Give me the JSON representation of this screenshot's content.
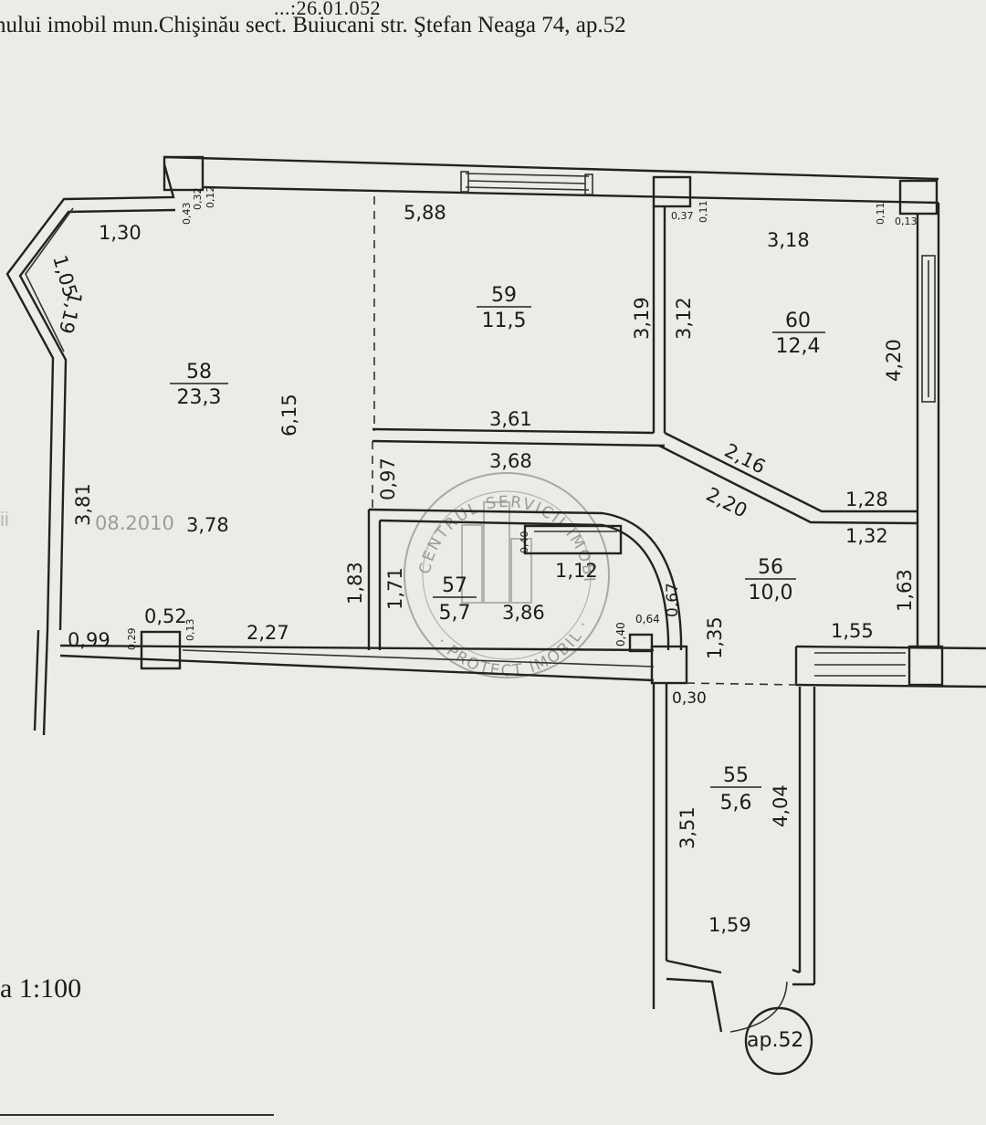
{
  "document": {
    "header_top": "...:26.01.052",
    "header": "nului imobil mun.Chişinău sect. Buiucani str. Ştefan Neaga 74, ap.52",
    "scale": "a   1:100",
    "ghost_text": "ii",
    "apartment_label": "ap.52"
  },
  "stamp": {
    "text": "CENTRUL SERVICII IMOBILIARE · PROTECT IMOBIL"
  },
  "rooms": [
    {
      "id": "58",
      "area": "23,3"
    },
    {
      "id": "59",
      "area": "11,5"
    },
    {
      "id": "60",
      "area": "12,4"
    },
    {
      "id": "56",
      "area": "10,0"
    },
    {
      "id": "57",
      "area": "5,7"
    },
    {
      "id": "55",
      "area": "5,6"
    }
  ],
  "dimensions": {
    "d_1_30": "1,30",
    "d_1_05": "1,05",
    "d_1_19": "1,19",
    "d_5_88": "5,88",
    "d_6_15": "6,15",
    "d_3_81": "3,81",
    "d_3_78": "3,78",
    "d_08_2010": "08.2010",
    "d_0_99": "0,99",
    "d_0_52": "0,52",
    "d_2_27": "2,27",
    "d_1_83": "1,83",
    "d_0_97": "0,97",
    "d_3_61": "3,61",
    "d_3_68": "3,68",
    "d_3_19": "3,19",
    "d_3_12": "3,12",
    "d_3_18": "3,18",
    "d_4_20": "4,20",
    "d_2_16": "2,16",
    "d_2_20": "2,20",
    "d_1_28": "1,28",
    "d_1_32": "1,32",
    "d_1_63": "1,63",
    "d_1_55": "1,55",
    "d_1_35": "1,35",
    "d_0_67": "0,67",
    "d_0_64": "0,64",
    "d_0_40": "0,40",
    "d_1_12": "1,12",
    "d_1_71": "1,71",
    "d_3_86": "3,86",
    "d_0_30": "0,30",
    "d_3_51": "3,51",
    "d_4_04": "4,04",
    "d_1_59": "1,59",
    "s_0_43": "0,43",
    "s_0_32": "0,32",
    "s_0_12": "0,12",
    "s_0_37": "0,37",
    "s_0_11": "0,11",
    "s_0_11b": "0,11",
    "s_0_13": "0,13",
    "s_0_29": "0,29",
    "s_0_13b": "0,13",
    "s_0_40": "0,40"
  }
}
